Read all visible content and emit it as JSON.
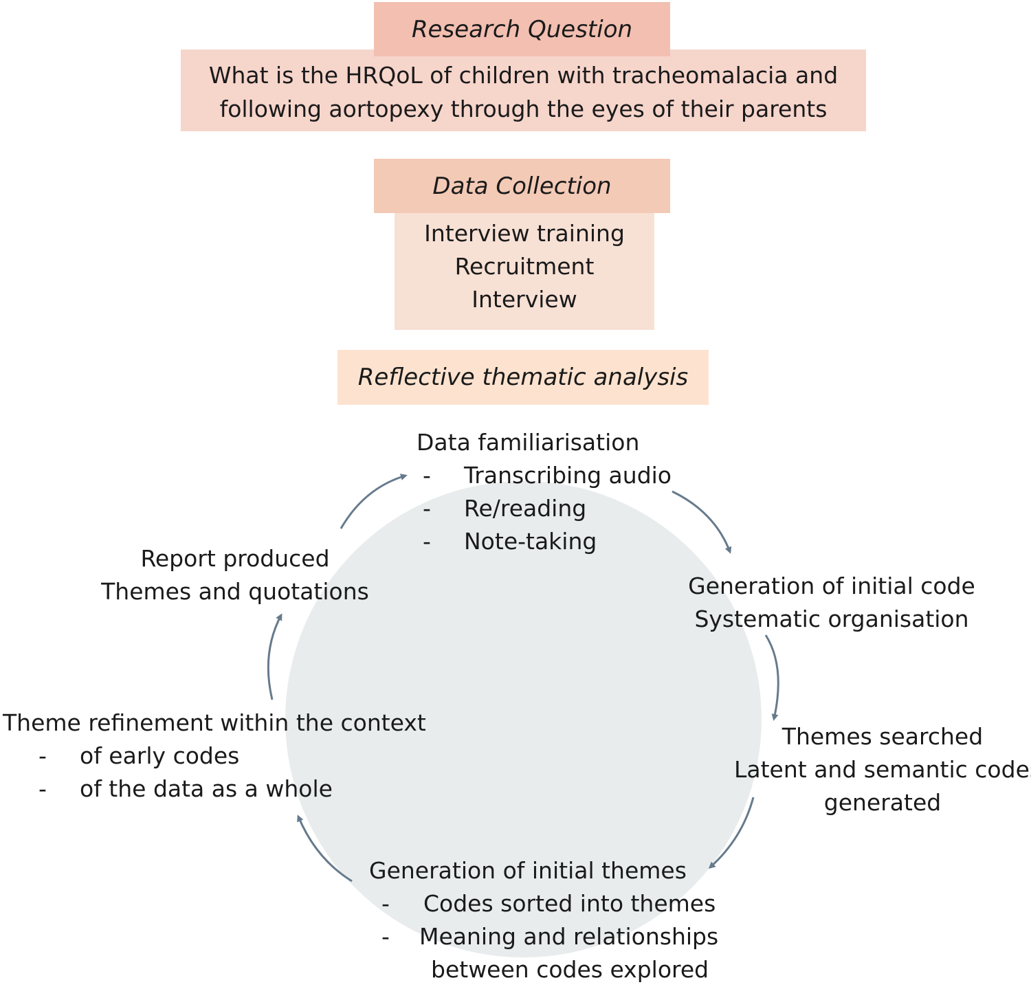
{
  "research": {
    "header": "Research Question",
    "lines": [
      "What is the HRQoL of children with tracheomalacia and",
      "following aortopexy through the eyes of their parents"
    ]
  },
  "collection": {
    "header": "Data Collection",
    "items": [
      "Interview training",
      "Recruitment",
      "Interview"
    ]
  },
  "analysis": {
    "header": "Reflective thematic analysis"
  },
  "steps": {
    "familiarisation": {
      "title": "Data familiarisation",
      "items": [
        "Transcribing audio",
        "Re/reading",
        "Note-taking"
      ]
    },
    "initial_code": {
      "lines": [
        "Generation of initial code",
        "Systematic organisation"
      ]
    },
    "themes_searched": {
      "lines": [
        "Themes searched",
        "Latent and semantic codes",
        "generated"
      ]
    },
    "initial_themes": {
      "title": "Generation of initial themes",
      "items": [
        "Codes sorted into themes",
        "Meaning and relationships"
      ],
      "continuation": "between codes explored"
    },
    "refinement": {
      "title": "Theme refinement within the context",
      "items": [
        "of early codes",
        "of the data as a whole"
      ]
    },
    "report": {
      "lines": [
        "Report produced",
        "Themes and quotations"
      ]
    }
  },
  "dash": "-",
  "colors": {
    "research_header": "#f2bfb1",
    "research_body": "#f6d5cb",
    "collection_header": "#f3cab6",
    "collection_body": "#f7e0d4",
    "analysis_header": "#fde3cf",
    "circle": "#e8eced",
    "arrow": "#667a8c"
  }
}
